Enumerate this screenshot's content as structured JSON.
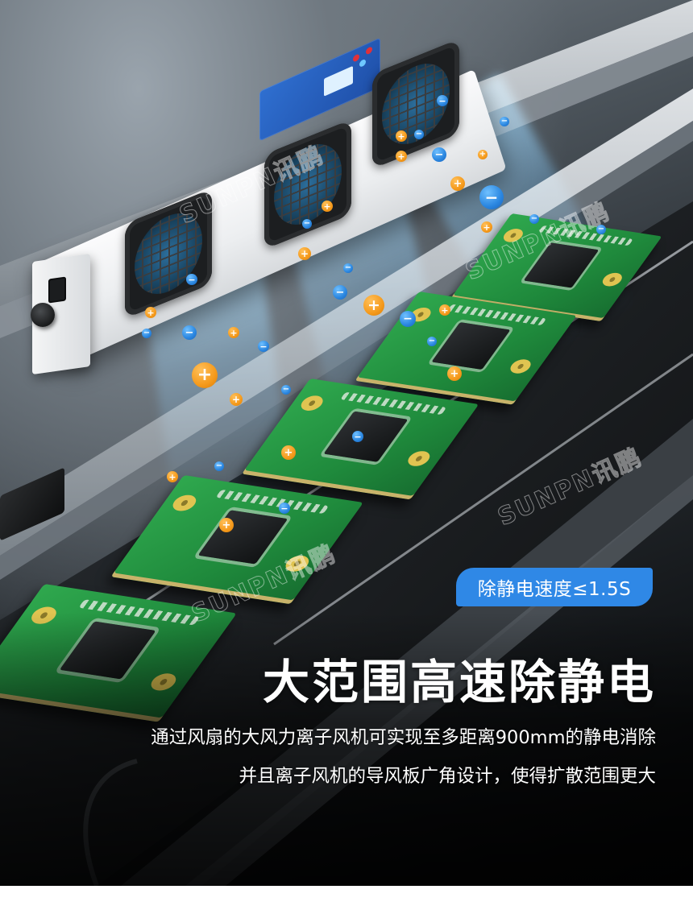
{
  "brand": {
    "watermark": "SUNPN讯鹏",
    "accent_color": "#2f88e6",
    "ion_positive_color": "#f59a1c",
    "ion_negative_color": "#2a86e0",
    "pcb_color": "#1f8a3c"
  },
  "badge": {
    "label": "除静电速度≤1.5S"
  },
  "headline": {
    "title": "大范围高速除静电"
  },
  "description": {
    "lines": [
      "通过风扇的大风力离子风机可实现至多距离900mm的静电消除",
      "并且离子风机的导风板广角设计，使得扩散范围更大"
    ]
  },
  "product": {
    "name": "ion-fan",
    "fan_count": 3,
    "pcb_count": 5
  },
  "ions": {
    "plus_symbol": "+",
    "minus_symbol": "−"
  }
}
